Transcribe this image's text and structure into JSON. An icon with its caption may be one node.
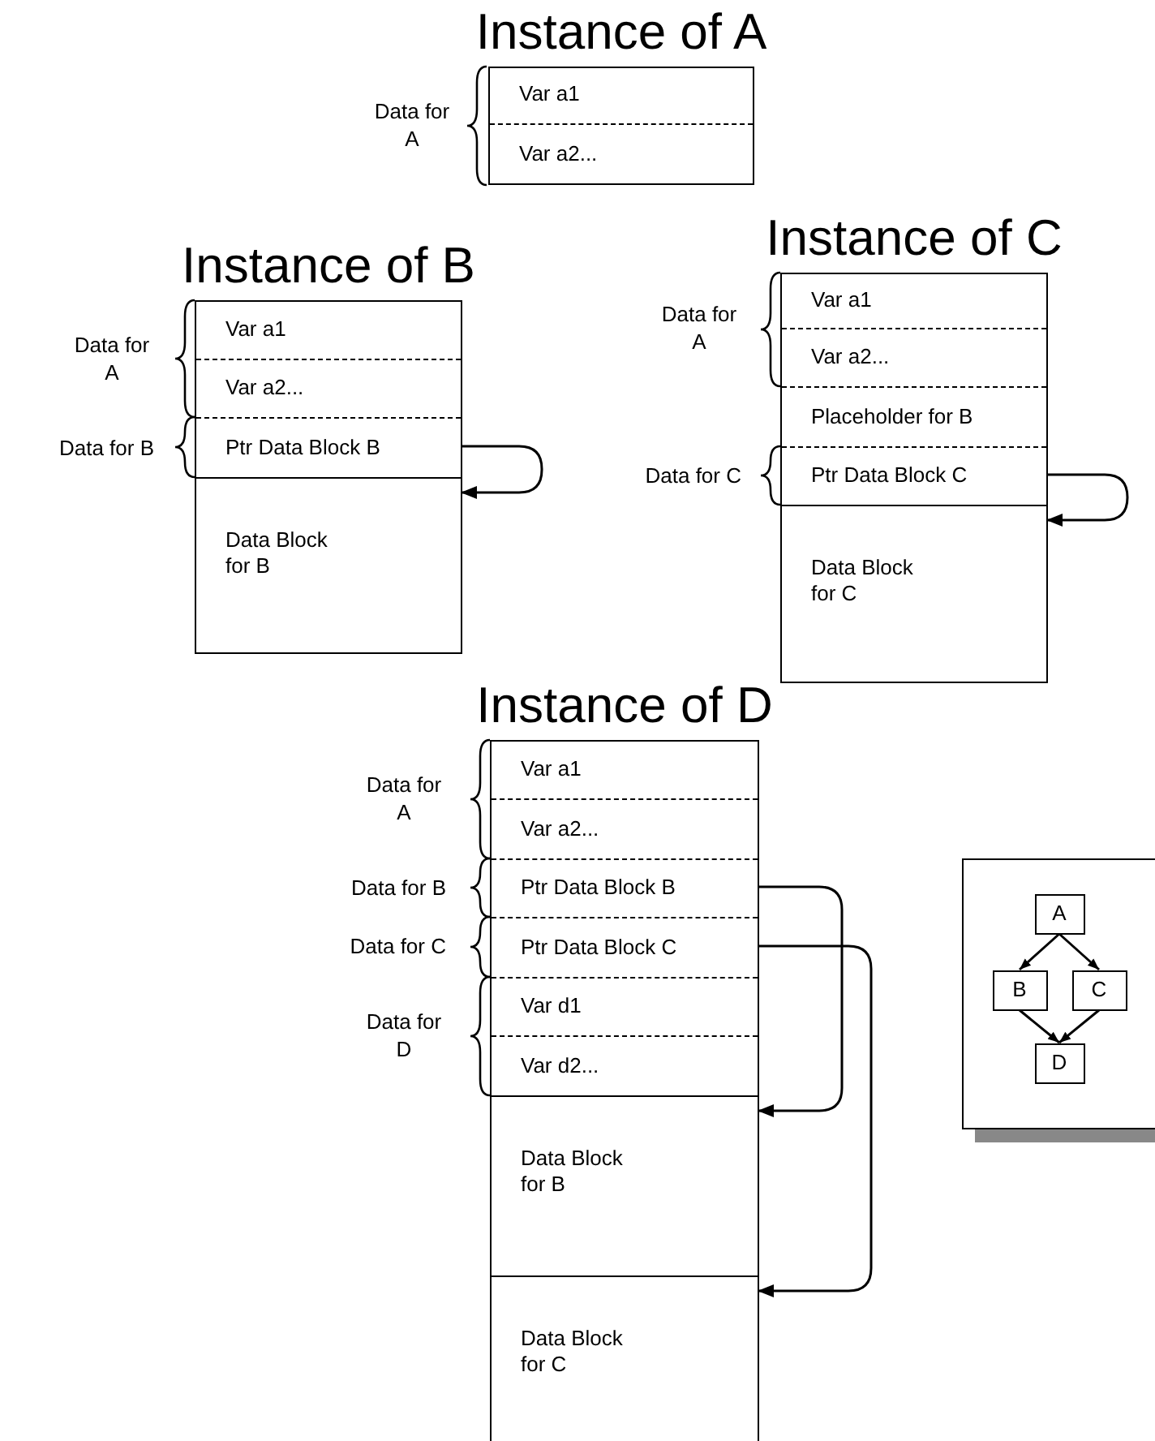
{
  "diagram": {
    "nodes": [
      {
        "text": [
          "Instance of A"
        ]
      },
      {
        "text": [
          "Var a1"
        ],
        "in": 0
      },
      {
        "text": [
          "Var a2..."
        ],
        "in": 0
      },
      {
        "text": [
          "Instance of B"
        ]
      },
      {
        "text": [
          "Var a1"
        ],
        "in": 3
      },
      {
        "text": [
          "Var a2..."
        ],
        "in": 3
      },
      {
        "text": [
          "Ptr Data Block B"
        ],
        "in": 3
      },
      {
        "text": [
          "Data Block for B"
        ],
        "in": 3
      },
      {
        "text": [
          "Instance of C"
        ]
      },
      {
        "text": [
          "Var a1"
        ],
        "in": 8
      },
      {
        "text": [
          "Var a2..."
        ],
        "in": 8
      },
      {
        "text": [
          "Placeholder for B"
        ],
        "in": 8
      },
      {
        "text": [
          "Ptr Data Block C"
        ],
        "in": 8
      },
      {
        "text": [
          "Data Block for C"
        ],
        "in": 8
      },
      {
        "text": [
          "Instance of D"
        ]
      },
      {
        "text": [
          "Var a1"
        ],
        "in": 14
      },
      {
        "text": [
          "Var a2..."
        ],
        "in": 14
      },
      {
        "text": [
          "Ptr Data Block B"
        ],
        "in": 14
      },
      {
        "text": [
          "Ptr Data Block C"
        ],
        "in": 14
      },
      {
        "text": [
          "Var d1"
        ],
        "in": 14
      },
      {
        "text": [
          "Var d2..."
        ],
        "in": 14
      },
      {
        "text": [
          "Data Block for B"
        ],
        "in": 14
      },
      {
        "text": [
          "Data Block for C"
        ],
        "in": 14
      },
      {
        "text": [],
        "shape": "box"
      },
      {
        "text": [
          "A"
        ],
        "in": 23
      },
      {
        "text": [
          "B"
        ],
        "in": 23
      },
      {
        "text": [
          "C"
        ],
        "in": 23
      },
      {
        "text": [
          "D"
        ],
        "in": 23
      }
    ],
    "edges": [
      {
        "from": 6,
        "to": 7,
        "arrow": "to"
      },
      {
        "from": 12,
        "to": 13,
        "arrow": "to"
      },
      {
        "from": 17,
        "to": 21,
        "arrow": "to"
      },
      {
        "from": 18,
        "to": 22,
        "arrow": "to"
      },
      {
        "from": 24,
        "to": 25,
        "arrow": "to"
      },
      {
        "from": 24,
        "to": 26,
        "arrow": "to"
      },
      {
        "from": 25,
        "to": 27,
        "arrow": "to"
      },
      {
        "from": 26,
        "to": 27,
        "arrow": "to"
      }
    ],
    "labels": [
      "Data for A",
      "Data for A",
      "Data for B",
      "Data for A",
      "Data for C",
      "Data for A",
      "Data for B",
      "Data for C",
      "Data for D"
    ]
  }
}
